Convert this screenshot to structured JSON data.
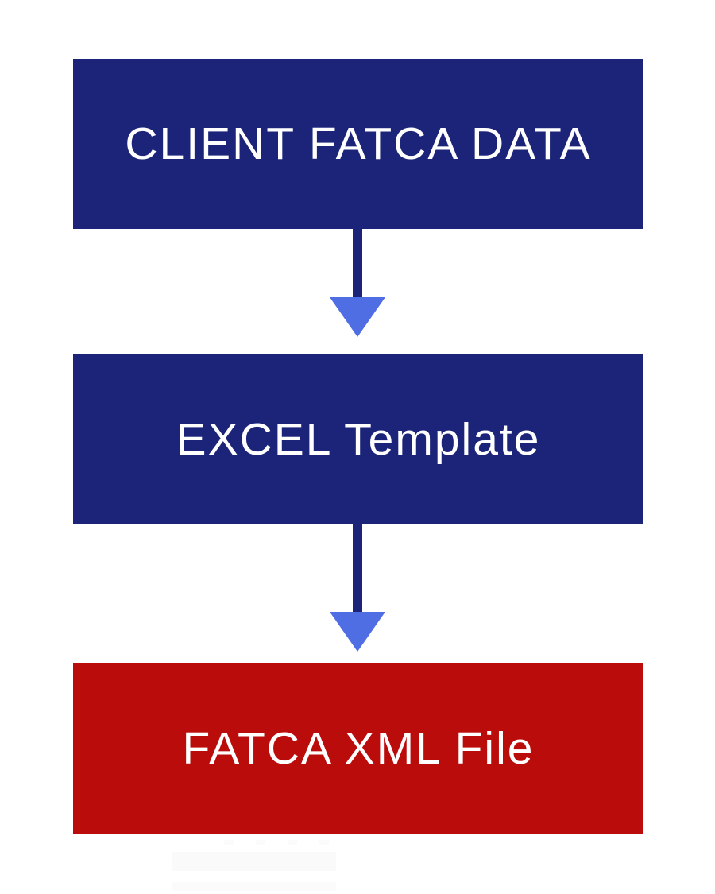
{
  "page": {
    "background": "#ffffff"
  },
  "diagram": {
    "type": "flowchart",
    "orientation": "vertical",
    "nodes": [
      {
        "id": "client-fatca-data",
        "label": "CLIENT FATCA DATA",
        "fill": "#1b2478",
        "text_color": "#ffffff"
      },
      {
        "id": "excel-template",
        "label": "EXCEL Template",
        "fill": "#1b2478",
        "text_color": "#ffffff"
      },
      {
        "id": "fatca-xml-file",
        "label": "FATCA XML File",
        "fill": "#bb0c0c",
        "text_color": "#ffffff"
      }
    ],
    "connectors": [
      {
        "from": "client-fatca-data",
        "to": "excel-template",
        "direction": "down",
        "stem_color": "#1b2478",
        "head_color": "#4f6ee4"
      },
      {
        "from": "excel-template",
        "to": "fatca-xml-file",
        "direction": "down",
        "stem_color": "#1b2478",
        "head_color": "#4f6ee4"
      }
    ]
  }
}
